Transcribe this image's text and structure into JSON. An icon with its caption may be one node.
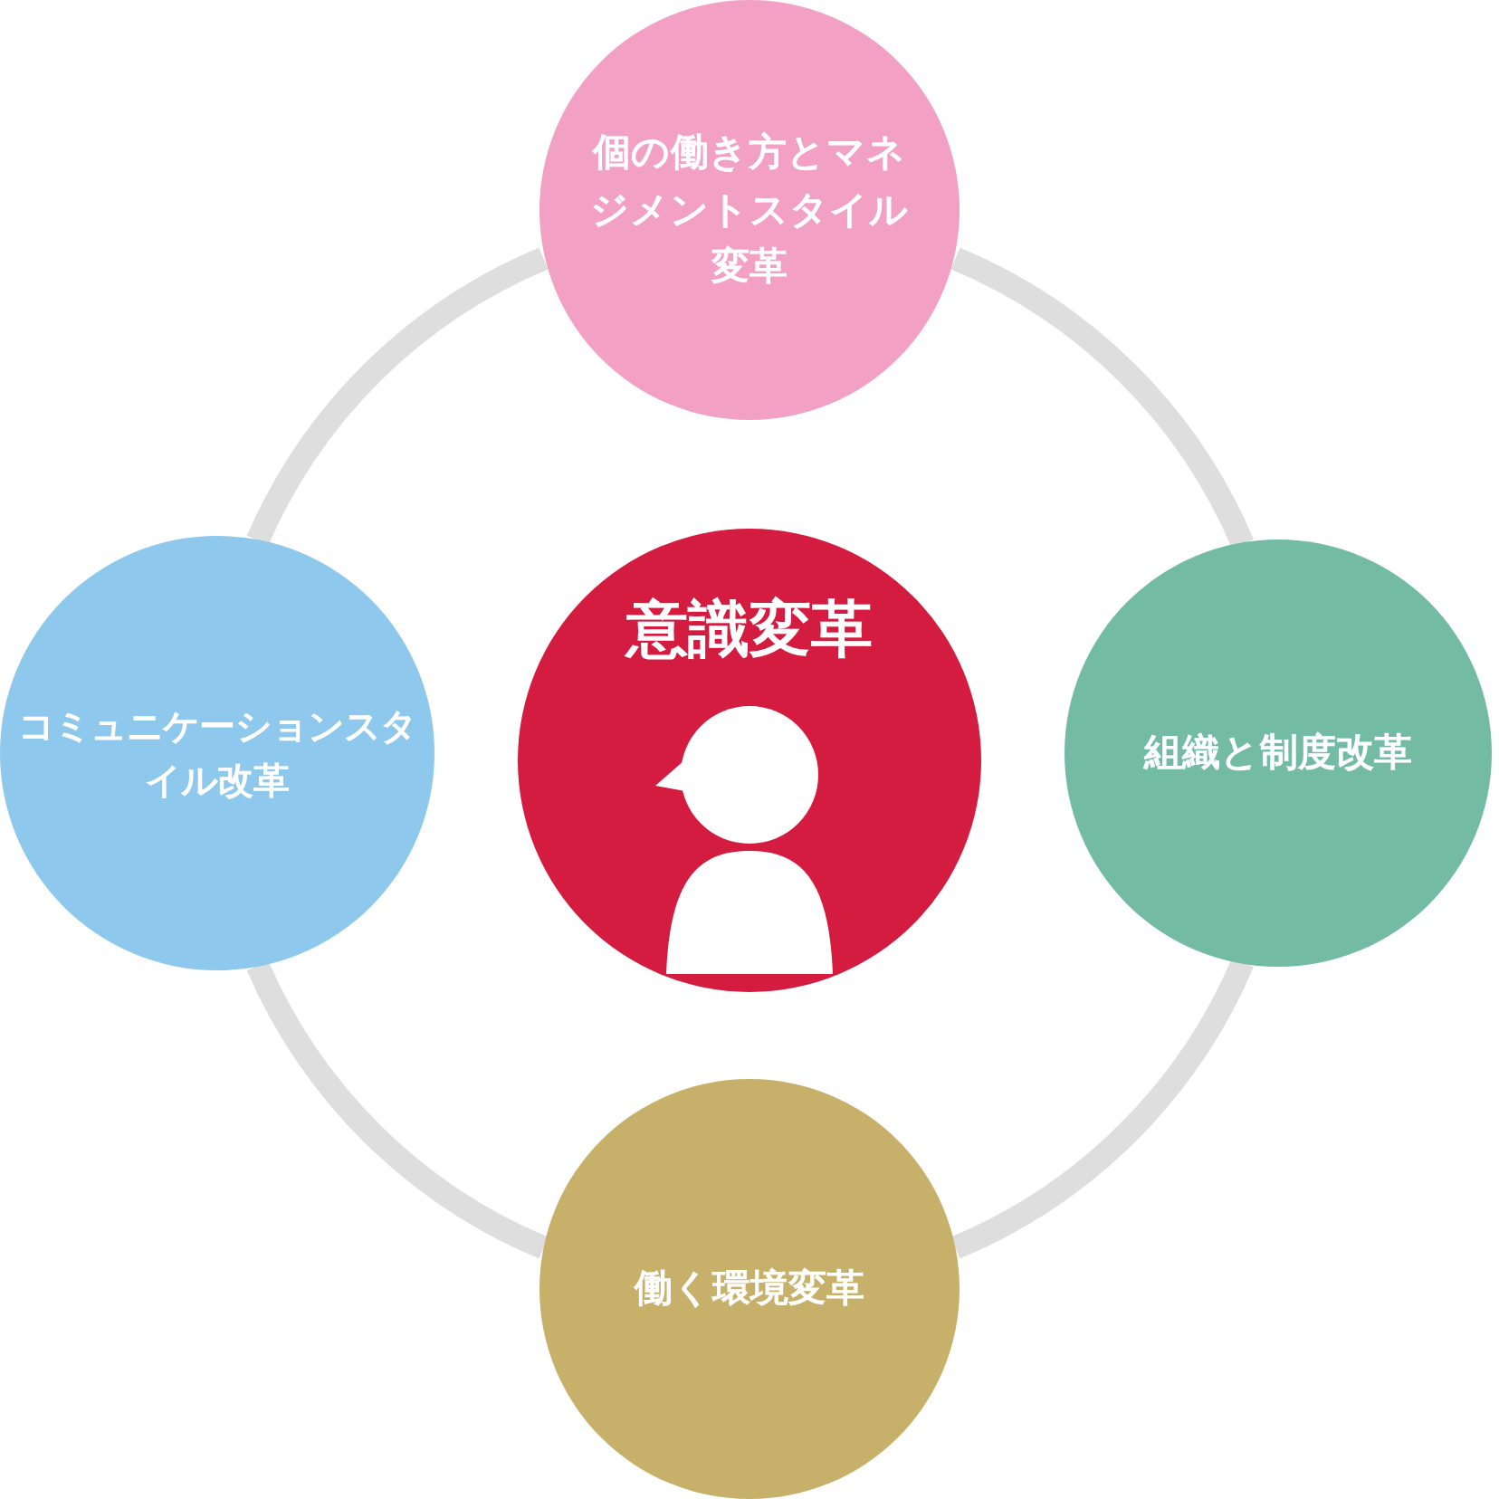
{
  "diagram": {
    "nodes": [
      {
        "text": [
          "個の働き方とマネジメントスタイル変革"
        ]
      },
      {
        "text": [
          "コミュニケーションスタイル改革"
        ]
      },
      {
        "text": [
          "意識変革"
        ]
      },
      {
        "text": [
          "組織と制度改革"
        ]
      },
      {
        "text": [
          "働く環境変革"
        ]
      }
    ],
    "edges": [
      {
        "from": 0,
        "to": 3,
        "arrow": "none"
      },
      {
        "from": 3,
        "to": 4,
        "arrow": "none"
      },
      {
        "from": 4,
        "to": 1,
        "arrow": "none"
      },
      {
        "from": 1,
        "to": 0,
        "arrow": "none"
      }
    ]
  }
}
